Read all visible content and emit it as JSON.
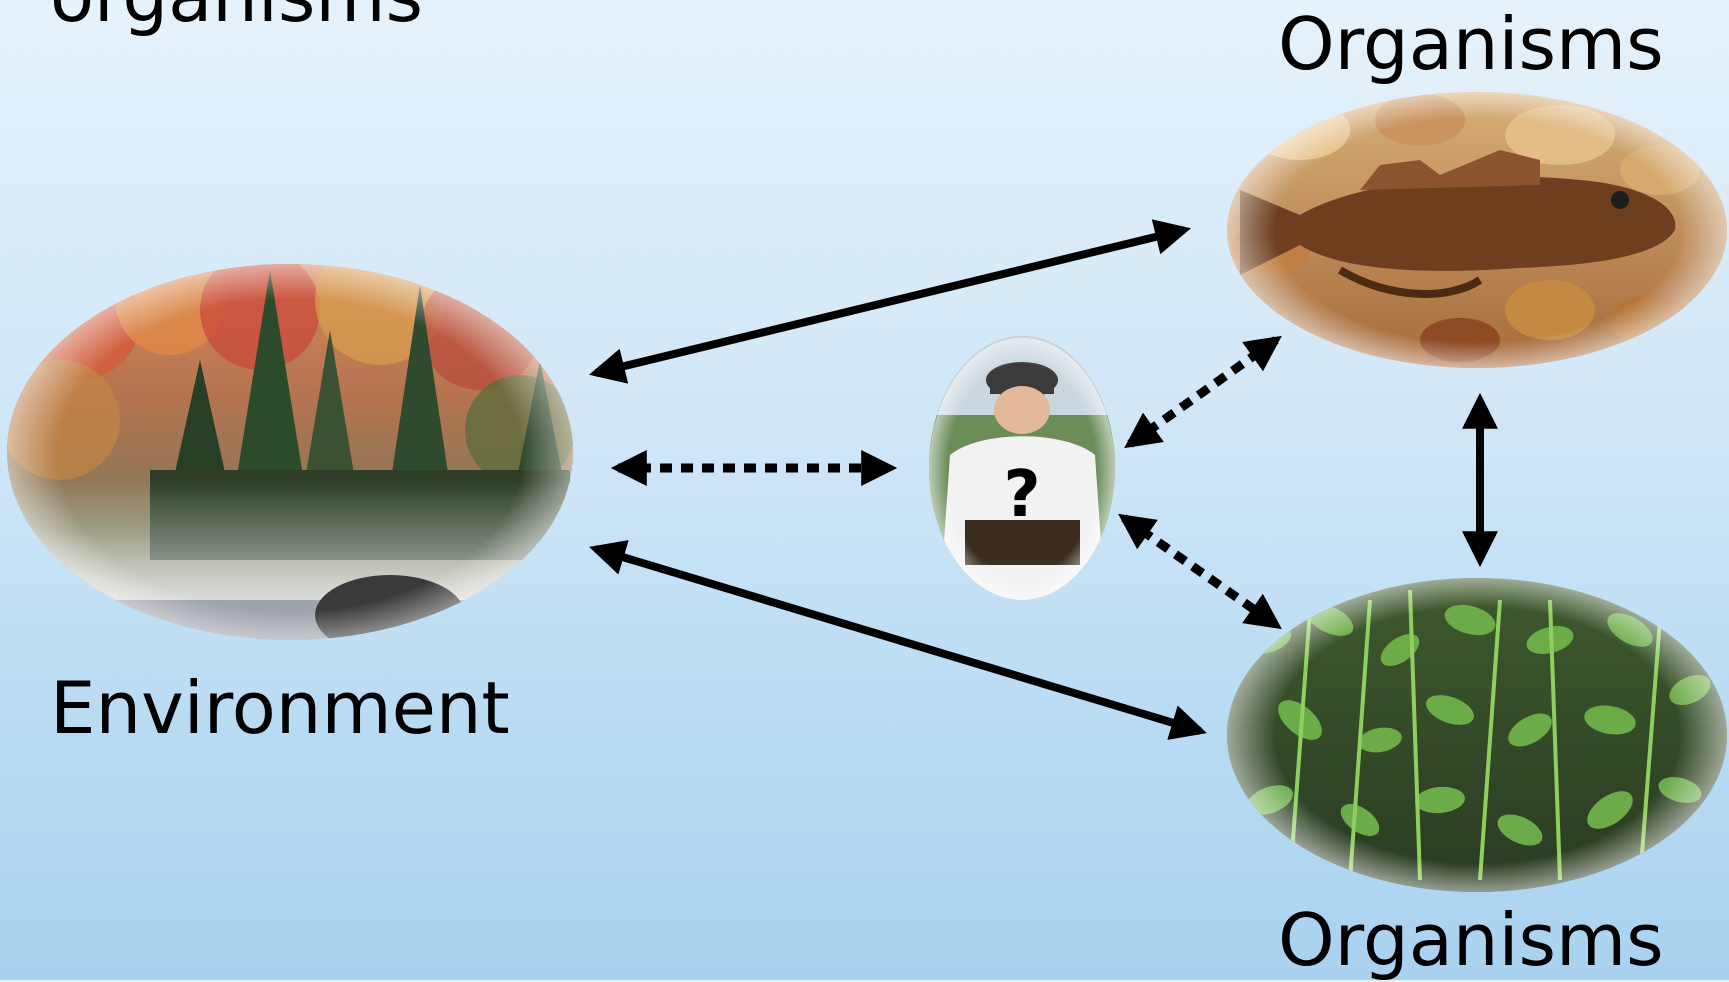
{
  "labels": {
    "top_left": "organisms",
    "top_right": "Organisms",
    "environment": "Environment",
    "bottom_right": "Organisms"
  },
  "center_mark": "?",
  "images": {
    "environment": "misty-autumn-forest-lake-photo",
    "fish": "sculpin-fish-on-gravel-photo",
    "plants": "aquatic-plants-photo",
    "person": "researcher-in-cap-photo"
  }
}
